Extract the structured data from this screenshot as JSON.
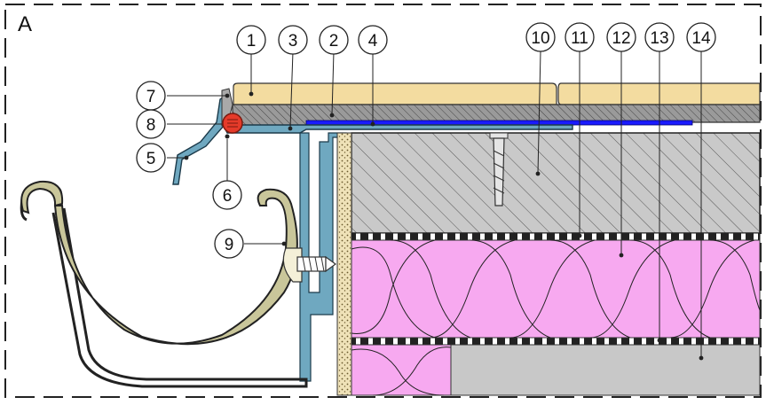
{
  "panel_label": "A",
  "callouts": [
    "1",
    "2",
    "3",
    "4",
    "5",
    "6",
    "7",
    "8",
    "9",
    "10",
    "11",
    "12",
    "13",
    "14"
  ],
  "colors": {
    "frame": "#222222",
    "coping_tile": "#f3dca0",
    "screed": "#8a8a8a",
    "membrane": "#1a1aff",
    "seal": "#e53b2a",
    "metal": "#6fa8c0",
    "concrete": "#c8c8c8",
    "insulation": "#f7a9f0",
    "gutter_fill": "#c9c69a",
    "outline": "#222222"
  }
}
